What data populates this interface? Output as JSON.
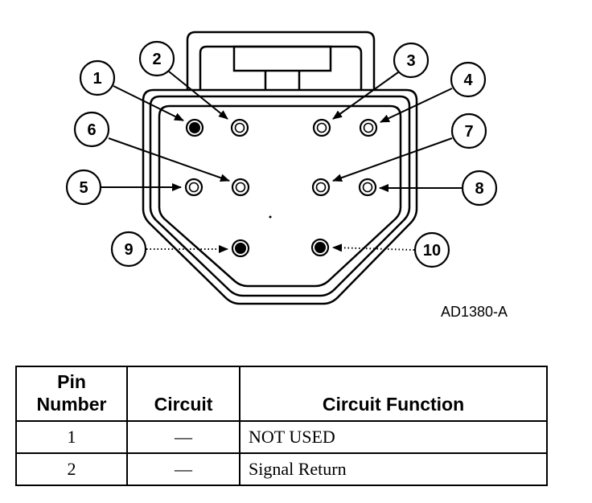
{
  "figure": {
    "id": "AD1380-A",
    "pins": [
      {
        "label": "1",
        "state": "plugged"
      },
      {
        "label": "2",
        "state": "open"
      },
      {
        "label": "3",
        "state": "open"
      },
      {
        "label": "4",
        "state": "open"
      },
      {
        "label": "5",
        "state": "open"
      },
      {
        "label": "6",
        "state": "open"
      },
      {
        "label": "7",
        "state": "open"
      },
      {
        "label": "8",
        "state": "open"
      },
      {
        "label": "9",
        "state": "plugged"
      },
      {
        "label": "10",
        "state": "plugged"
      }
    ]
  },
  "table": {
    "headers": {
      "pin": "Pin Number",
      "circuit": "Circuit",
      "function": "Circuit Function"
    },
    "rows": [
      {
        "pin": "1",
        "circuit": "—",
        "function": "NOT USED"
      },
      {
        "pin": "2",
        "circuit": "—",
        "function": "Signal Return"
      }
    ]
  }
}
